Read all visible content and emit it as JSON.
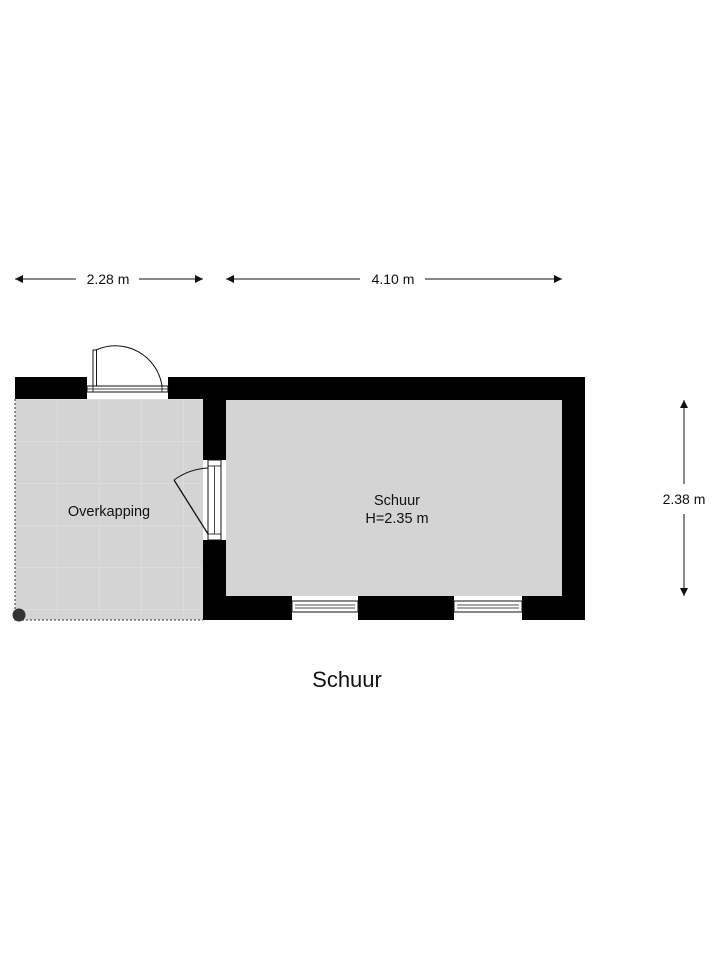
{
  "floor_name": "Schuur",
  "dimensions": {
    "overkapping_width": "2.28 m",
    "schuur_width": "4.10 m",
    "depth": "2.38 m"
  },
  "rooms": {
    "overkapping": {
      "name": "Overkapping"
    },
    "schuur": {
      "name": "Schuur",
      "height": "H=2.35 m"
    }
  },
  "colors": {
    "wall": "#000000",
    "floor": "#d4d4d4",
    "tile_line": "#e1e1e1",
    "background": "#ffffff",
    "line": "#111111"
  }
}
